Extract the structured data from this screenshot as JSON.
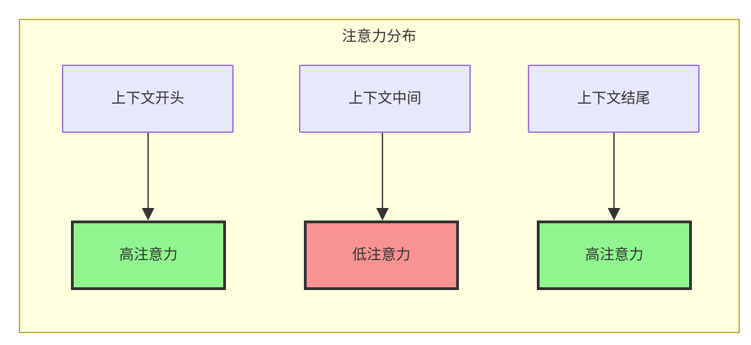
{
  "diagram": {
    "title": "注意力分布",
    "background_color": "#ffffe0",
    "border_color": "#bdb23c",
    "nodes": {
      "top": [
        {
          "id": "context-start",
          "label": "上下文开头",
          "fill": "#e8e8fb",
          "border": "#9b76dd"
        },
        {
          "id": "context-middle",
          "label": "上下文中间",
          "fill": "#e8e8fb",
          "border": "#9b76dd"
        },
        {
          "id": "context-end",
          "label": "上下文结尾",
          "fill": "#e8e8fb",
          "border": "#9b76dd"
        }
      ],
      "bottom": [
        {
          "id": "high-attention-start",
          "label": "高注意力",
          "fill": "#90f58f",
          "border": "#333333"
        },
        {
          "id": "low-attention-middle",
          "label": "低注意力",
          "fill": "#f99292",
          "border": "#333333"
        },
        {
          "id": "high-attention-end",
          "label": "高注意力",
          "fill": "#90f58f",
          "border": "#333333"
        }
      ]
    },
    "edges": [
      {
        "from": "context-start",
        "to": "high-attention-start",
        "label": ""
      },
      {
        "from": "context-middle",
        "to": "low-attention-middle",
        "label": ""
      },
      {
        "from": "context-end",
        "to": "high-attention-end",
        "label": ""
      }
    ]
  }
}
